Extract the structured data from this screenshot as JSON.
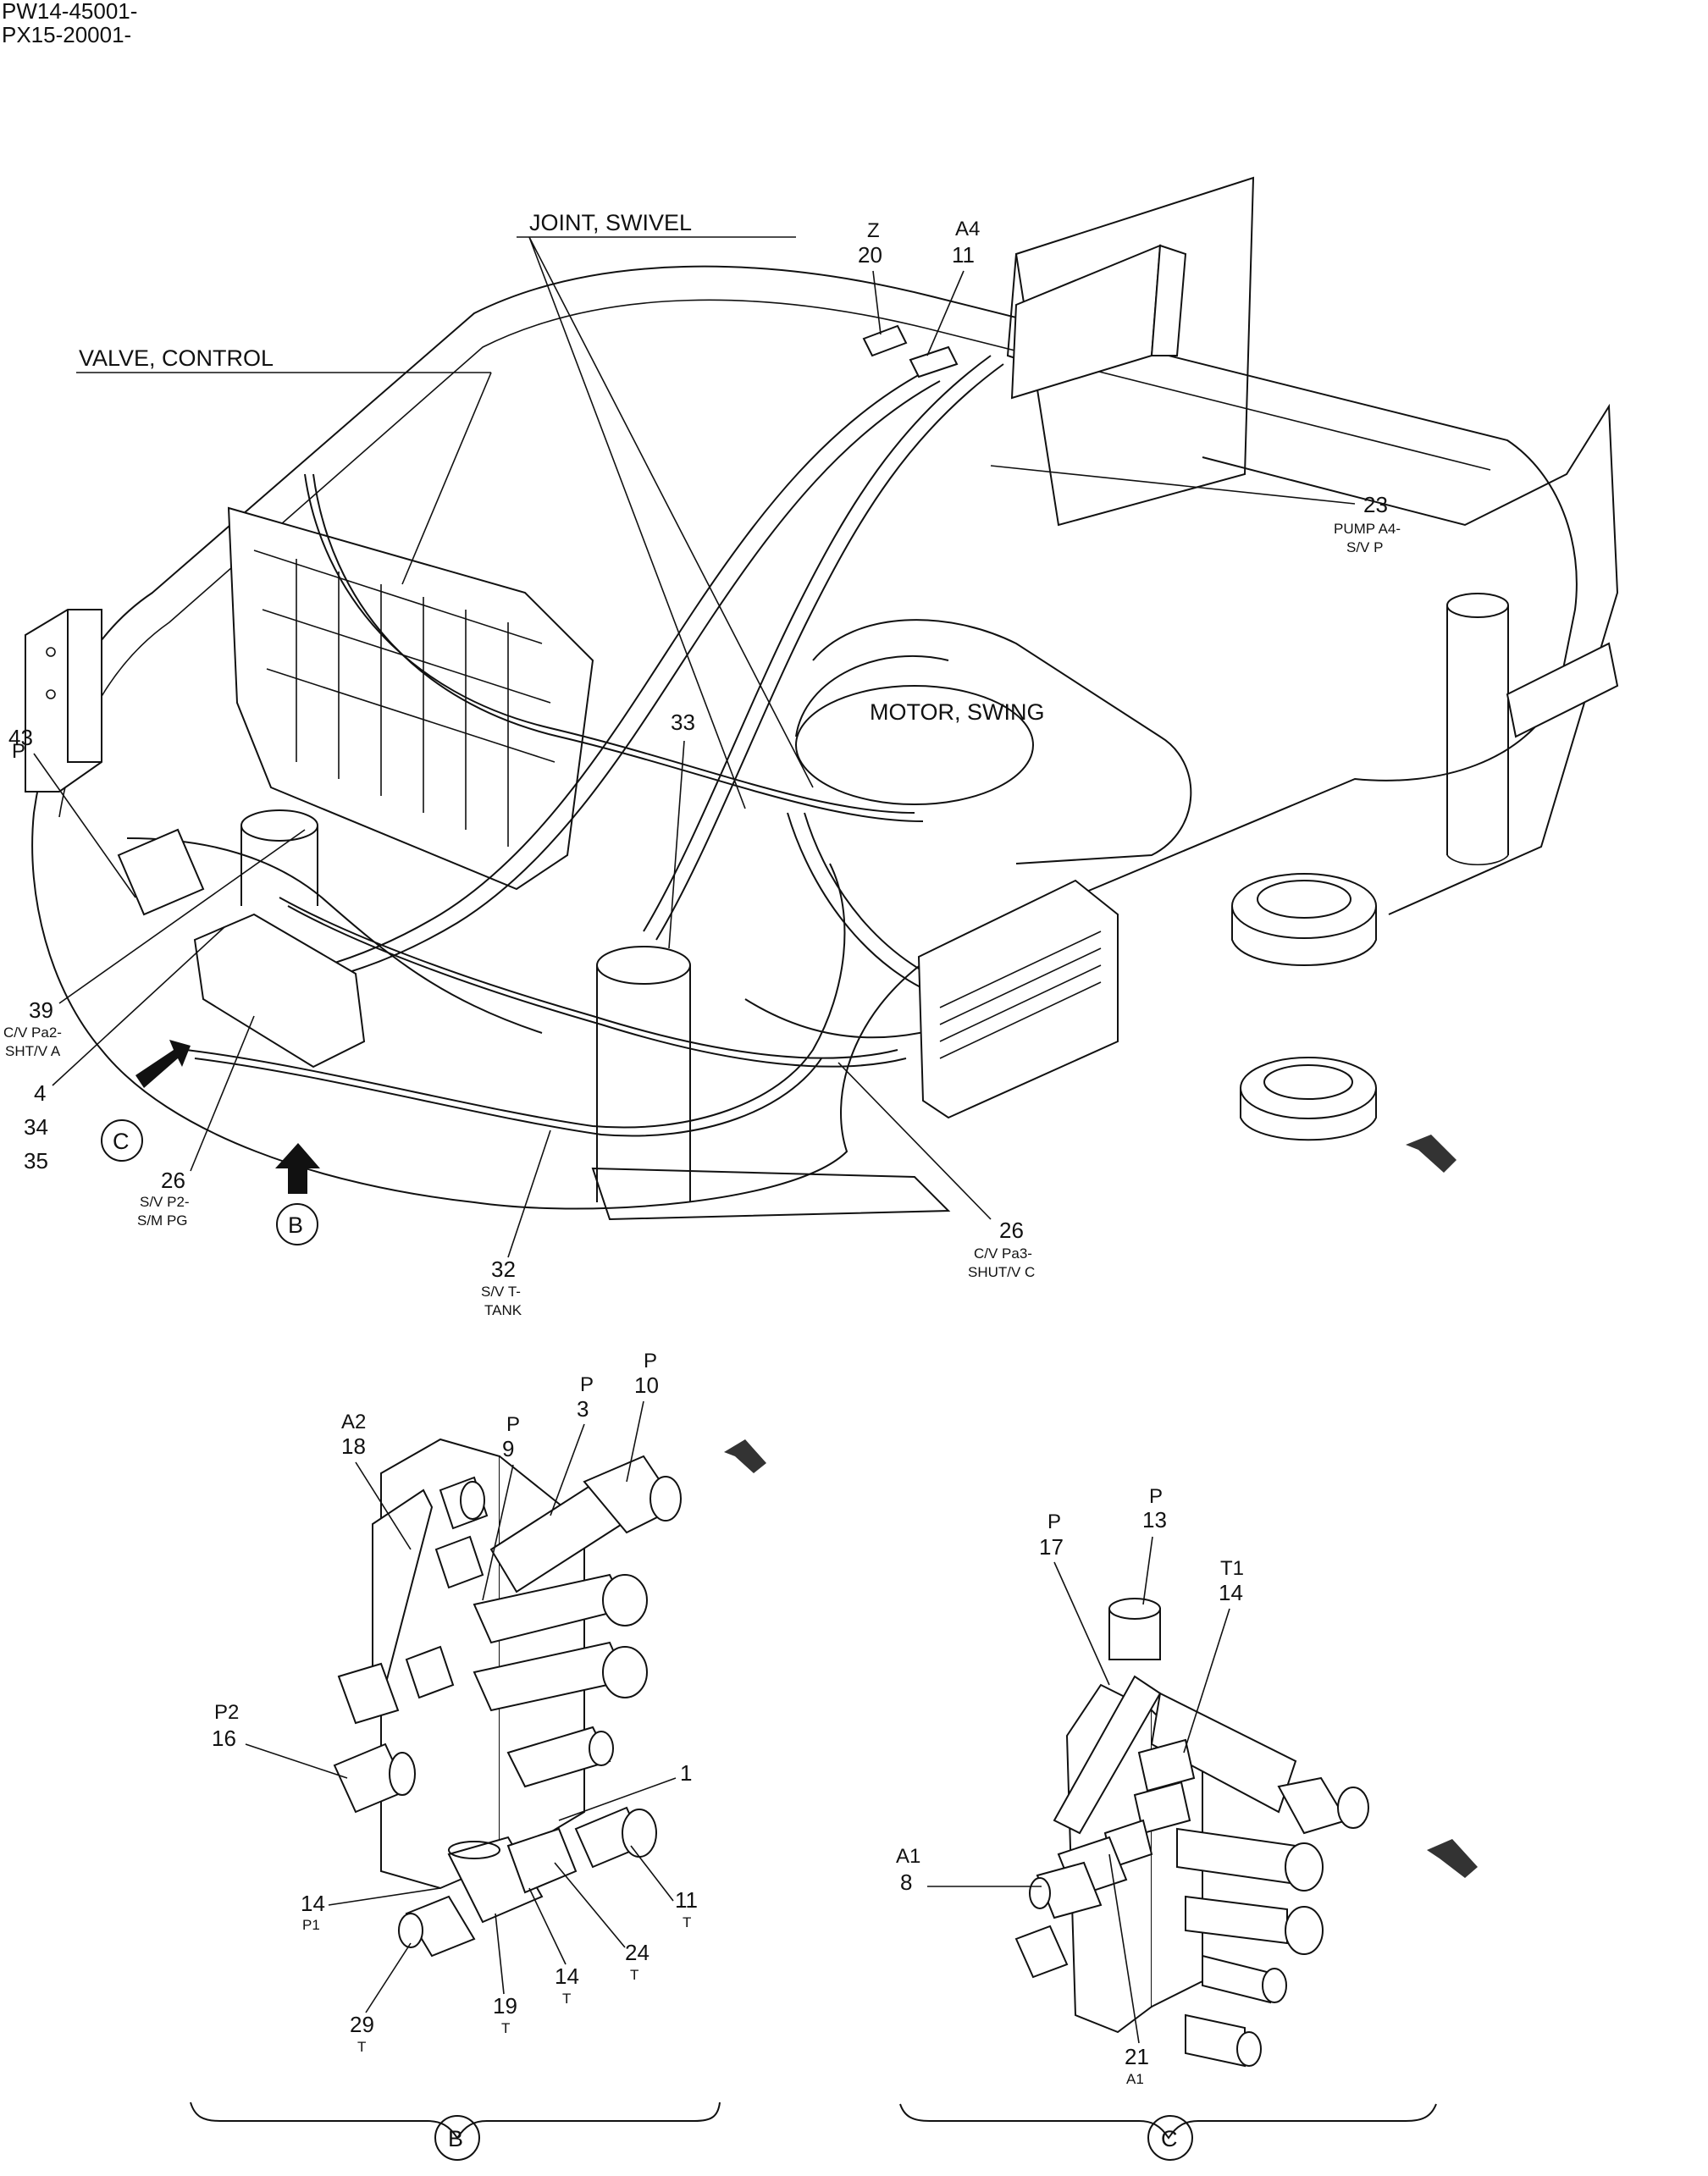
{
  "header": {
    "line1": "PW14-45001-",
    "line2": "PX15-20001-"
  },
  "titles": {
    "joint_swivel": "JOINT, SWIVEL",
    "valve_control": "VALVE, CONTROL",
    "motor_swing": "MOTOR, SWING"
  },
  "callouts": {
    "c20": {
      "port": "Z",
      "num": "20"
    },
    "c11_top": {
      "port": "A4",
      "num": "11"
    },
    "c23": {
      "num": "23",
      "desc1": "PUMP A4-",
      "desc2": "S/V P"
    },
    "c43": {
      "port": "P",
      "num": "43"
    },
    "c33": {
      "num": "33"
    },
    "c39": {
      "num": "39",
      "desc1": "C/V Pa2-",
      "desc2": "SHT/V A"
    },
    "c4": {
      "n1": "4",
      "n2": "34",
      "n3": "35"
    },
    "c26_left": {
      "num": "26",
      "desc1": "S/V P2-",
      "desc2": "S/M PG"
    },
    "c32": {
      "num": "32",
      "desc1": "S/V T-",
      "desc2": "TANK"
    },
    "c26_right": {
      "num": "26",
      "desc1": "C/V Pa3-",
      "desc2": "SHUT/V C"
    },
    "c18": {
      "port": "A2",
      "num": "18"
    },
    "c9": {
      "port": "P",
      "num": "9"
    },
    "c3": {
      "port": "P",
      "num": "3"
    },
    "c10": {
      "port": "P",
      "num": "10"
    },
    "c16": {
      "port": "P2",
      "num": "16"
    },
    "c1": {
      "num": "1"
    },
    "c14_p1": {
      "num": "14",
      "port": "P1"
    },
    "c11_b": {
      "num": "11",
      "port": "T"
    },
    "c24": {
      "num": "24",
      "port": "T"
    },
    "c14_t": {
      "num": "14",
      "port": "T"
    },
    "c19": {
      "num": "19",
      "port": "T"
    },
    "c29": {
      "num": "29",
      "port": "T"
    },
    "c13": {
      "port": "P",
      "num": "13"
    },
    "c17": {
      "port": "P",
      "num": "17"
    },
    "c14_t1": {
      "port": "T1",
      "num": "14"
    },
    "c8": {
      "port": "A1",
      "num": "8"
    },
    "c21": {
      "num": "21",
      "port": "A1"
    }
  },
  "views": {
    "b": "B",
    "c": "C"
  }
}
